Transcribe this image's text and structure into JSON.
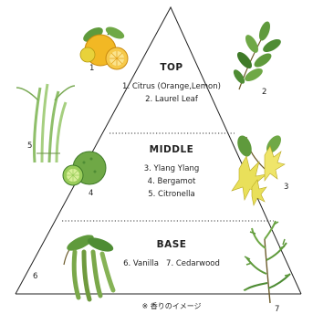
{
  "tiers": [
    {
      "title": "TOP",
      "notes": [
        "1. Citrus (Orange,Lemon)",
        "2. Laurel Leaf"
      ]
    },
    {
      "title": "MIDDLE",
      "notes": [
        "3. Ylang Ylang",
        "4. Bergamot",
        "5. Citronella"
      ]
    },
    {
      "title": "BASE",
      "notes": [
        "6. Vanilla   7. Cedarwood"
      ]
    }
  ],
  "illustrations": [
    {
      "number": "1",
      "icon": "orange-lemon-icon"
    },
    {
      "number": "2",
      "icon": "laurel-leaf-icon"
    },
    {
      "number": "3",
      "icon": "ylang-ylang-icon"
    },
    {
      "number": "4",
      "icon": "bergamot-icon"
    },
    {
      "number": "5",
      "icon": "citronella-icon"
    },
    {
      "number": "6",
      "icon": "vanilla-icon"
    },
    {
      "number": "7",
      "icon": "cedarwood-icon"
    }
  ],
  "footnote": "※ 香りのイメージ",
  "colors": {
    "line": "#222222",
    "leaf": "#5f9a3c",
    "leaf_dark": "#3f7a28",
    "citrus": "#f2b824",
    "flower": "#e9e05a"
  }
}
